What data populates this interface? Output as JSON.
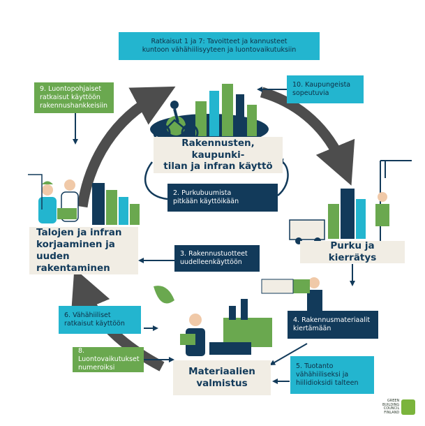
{
  "top_banner": "Ratkaisut 1 ja 7: Tavoitteet ja kannusteet\nkuntoon vähähiilisyyteen ja luontovaikutuksiin",
  "stages": {
    "use": "Rakennusten, kaupunki-\ntilan ja infran käyttö",
    "demolition": "Purku ja kierrätys",
    "materials": "Materiaalien\nvalmistus",
    "construction": "Talojen ja infran\nkorjaaminen ja\nuuden rakentaminen"
  },
  "solutions": {
    "s2": "2. Purkubuumista\npitkään käyttöikään",
    "s3": "3. Rakennustuotteet\nuudelleenkäyttöön",
    "s4": "4. Rakennusmateriaalit\nkiertämään",
    "s5": "5. Tuotanto\nvähähiiliseksi ja\nhiilidioksidi talteen",
    "s6": "6. Vähähiiliset\nratkaisut käyttöön",
    "s8": "8. Luontovaikutukset\nnumeroiksi",
    "s9": "9. Luontopohjaiset\nratkaisut käyttöön\nrakennushankkeisiin",
    "s10": "10. Kaupungeista\nsopeutuvia"
  },
  "logo": "GREEN\nBUILDING\nCOUNCIL\nFINLAND",
  "colors": {
    "cyan": "#23b5cf",
    "green": "#6aa84f",
    "navy": "#123a5a",
    "beige": "#f1ede4",
    "arrow_gray": "#4d4d4d"
  }
}
